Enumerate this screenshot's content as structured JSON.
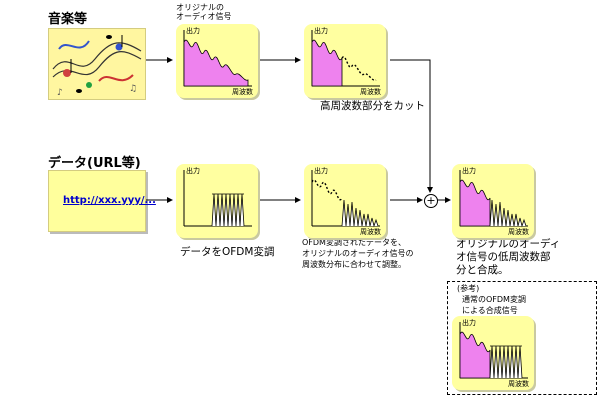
{
  "headers": {
    "music": "音楽等",
    "data": "データ(URL等)"
  },
  "captions": {
    "original_signal_line1": "オリジナルの",
    "original_signal_line2": "オーディオ信号",
    "cut_high": "高周波数部分をカット",
    "data_ofdm": "データをOFDM変調",
    "ofdm_adjust_line1": "OFDM変調されたデータを、",
    "ofdm_adjust_line2": "オリジナルのオーディオ信号の",
    "ofdm_adjust_line3": "周波数分布に合わせて調整。",
    "combine_line1": "オリジナルのオーディ",
    "combine_line2": "オ信号の低周波数部",
    "combine_line3": "分と合成。",
    "ref_line1": "(参考)",
    "ref_line2": "通常のOFDM変調",
    "ref_line3": "による合成信号"
  },
  "url_text": "http://xxx.yyy/...",
  "plus_symbol": "+",
  "axis": {
    "y_label": "出力",
    "x_label": "周波数"
  },
  "colors": {
    "panel_bg": "#ffffa0",
    "audio_fill": "#ee82ee",
    "ofdm_fill": "#ffffff",
    "link": "#0000cc"
  }
}
